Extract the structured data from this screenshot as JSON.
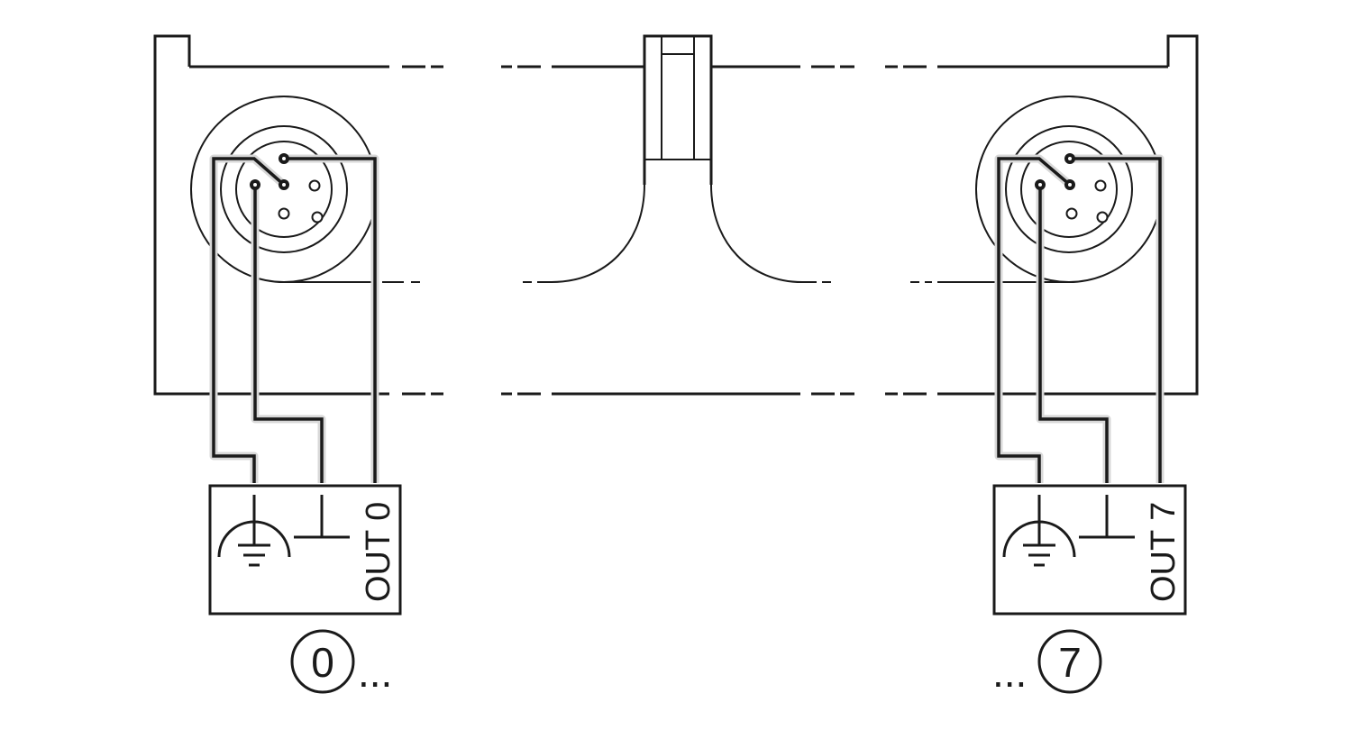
{
  "modules": [
    {
      "output_label": "OUT 0",
      "channel_number": "0",
      "ellipsis": "..."
    },
    {
      "output_label": "OUT 7",
      "channel_number": "7",
      "ellipsis": "..."
    }
  ],
  "colors": {
    "line": "#1a1a1a",
    "background": "#ffffff",
    "wire_halo": "#d8d8d8"
  },
  "icons": [
    "protective-earth-icon",
    "functional-ground-icon",
    "connector-socket-icon"
  ]
}
